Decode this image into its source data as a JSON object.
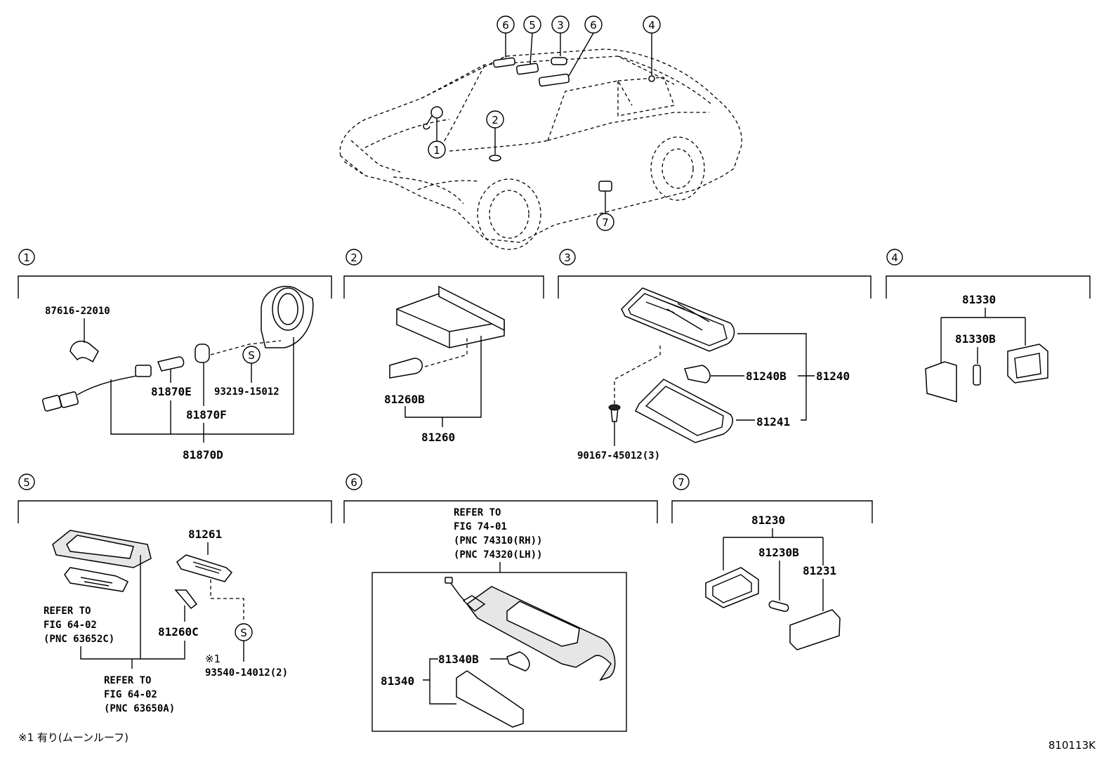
{
  "overview": {
    "callouts": [
      "6",
      "5",
      "3",
      "6",
      "4",
      "2",
      "1",
      "7"
    ]
  },
  "sections": {
    "s1": {
      "index": "1",
      "parts": [
        "87616-22010",
        "81870E",
        "93219-15012",
        "81870F",
        "81870D"
      ],
      "s_mark": "S"
    },
    "s2": {
      "index": "2",
      "parts": [
        "81260B",
        "81260"
      ]
    },
    "s3": {
      "index": "3",
      "parts": [
        "81240B",
        "81240",
        "81241",
        "90167-45012(3)"
      ]
    },
    "s4": {
      "index": "4",
      "parts": [
        "81330",
        "81330B"
      ]
    },
    "s5": {
      "index": "5",
      "parts": [
        "81261",
        "81260C",
        "93540-14012(2)"
      ],
      "s_mark": "S",
      "note_mark": "※1",
      "refer_a": [
        "REFER TO",
        "FIG 64-02",
        "(PNC 63652C)"
      ],
      "refer_b": [
        "REFER TO",
        "FIG 64-02",
        "(PNC 63650A)"
      ]
    },
    "s6": {
      "index": "6",
      "parts": [
        "81340B",
        "81340"
      ],
      "refer": [
        "REFER TO",
        "FIG 74-01",
        "(PNC 74310(RH))",
        "(PNC 74320(LH))"
      ]
    },
    "s7": {
      "index": "7",
      "parts": [
        "81230",
        "81230B",
        "81231"
      ]
    }
  },
  "footnote": "※1 有り(ムーンルーフ)",
  "figure_code": "810113K"
}
